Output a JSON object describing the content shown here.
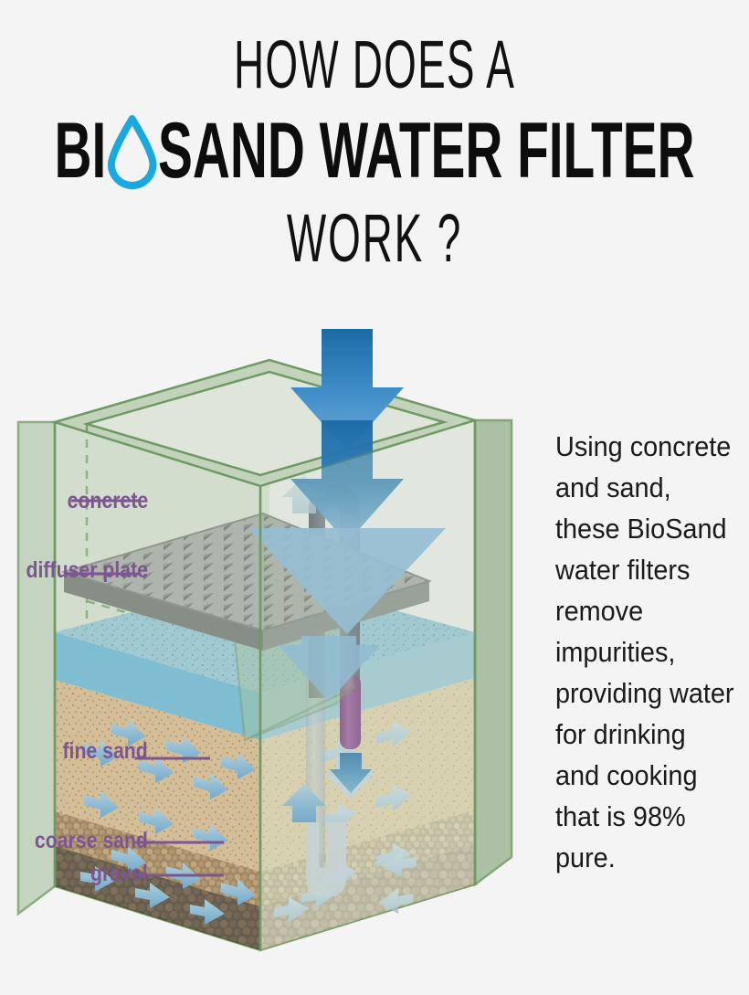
{
  "header": {
    "line1": "HOW DOES A",
    "line2_before": "BI",
    "line2_after": "SAND WATER FILTER",
    "line2_icon": "water-drop-icon",
    "line3": "WORK ?"
  },
  "body": {
    "paragraph": "Using concrete and sand, these BioSand water filters remove impurities, providing water for drinking and cooking that is 98% pure."
  },
  "labels": [
    {
      "id": "concrete",
      "text": "concrete"
    },
    {
      "id": "diffuser",
      "text": "diffuser plate"
    },
    {
      "id": "fine_sand",
      "text": "fine sand"
    },
    {
      "id": "coarse_sand",
      "text": "coarse sand"
    },
    {
      "id": "gravel",
      "text": "gravel"
    }
  ],
  "colors": {
    "background": "#f4f4f4",
    "title_text": "#111111",
    "drop_blue": "#19a8e0",
    "label_purple": "#7c5591",
    "leader_line": "#7c5591",
    "concrete_wall": "#b9cbb3",
    "concrete_edge": "#6f9a63",
    "water_blue": "#62b4dd",
    "fine_sand": "#ddb68a",
    "coarse_sand": "#a5764f",
    "gravel": "#53382a",
    "arrow_blue_dark": "#1d6ca8",
    "arrow_blue_light": "#6ba8dc",
    "pipe_purple": "#8b3f8f",
    "pipe_gray": "#6f7287"
  },
  "diagram": {
    "name": "biosand-filter-cutaway",
    "layers": [
      {
        "name": "concrete-housing",
        "label": "concrete"
      },
      {
        "name": "diffuser-plate",
        "label": "diffuser plate"
      },
      {
        "name": "standing-water",
        "label": "water"
      },
      {
        "name": "fine-sand-layer",
        "label": "fine sand"
      },
      {
        "name": "coarse-sand-layer",
        "label": "coarse sand"
      },
      {
        "name": "gravel-layer",
        "label": "gravel"
      },
      {
        "name": "outlet-pipe",
        "label": "outlet pipe"
      }
    ],
    "flow_arrows": {
      "inlet": "water-inlet-arrow",
      "through_diffuser": "diffuser-flow-arrow",
      "outlet": "outlet-spout-arrow"
    }
  }
}
